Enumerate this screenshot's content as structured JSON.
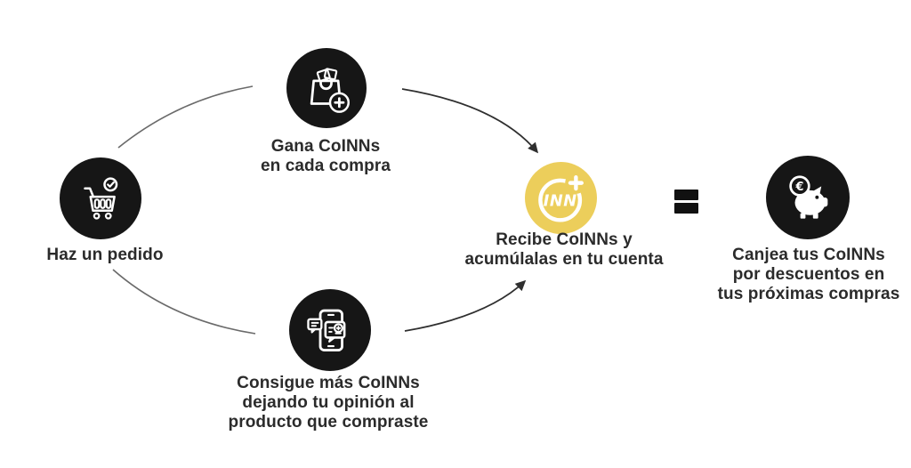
{
  "colors": {
    "background": "#ffffff",
    "circle_black": "#161616",
    "coin_yellow": "#ecce5b",
    "icon_white": "#ffffff",
    "text": "#2b2b2b",
    "arrow_light": "#6a6a6a",
    "arrow_dark": "#2f2f2f"
  },
  "steps": {
    "order": {
      "icon": "cart-check-icon",
      "lines": [
        "Haz un pedido"
      ]
    },
    "earn": {
      "icon": "bag-plus-icon",
      "lines": [
        "Gana CoINNs",
        "en cada compra"
      ]
    },
    "review": {
      "icon": "phone-review-plus-icon",
      "lines": [
        "Consigue más CoINNs",
        "dejando tu opinión al",
        "producto que compraste"
      ]
    },
    "receive": {
      "icon": "coinn-coin-plus-icon",
      "coin_text": "INN",
      "lines": [
        "Recibe CoINNs y",
        "acumúlalas en tu cuenta"
      ]
    },
    "redeem": {
      "icon": "piggy-bank-euro-icon",
      "coin_symbol": "€",
      "lines": [
        "Canjea tus CoINNs",
        "por descuentos en",
        "tus próximas compras"
      ]
    }
  },
  "connector": {
    "symbol_name": "equals-icon"
  }
}
